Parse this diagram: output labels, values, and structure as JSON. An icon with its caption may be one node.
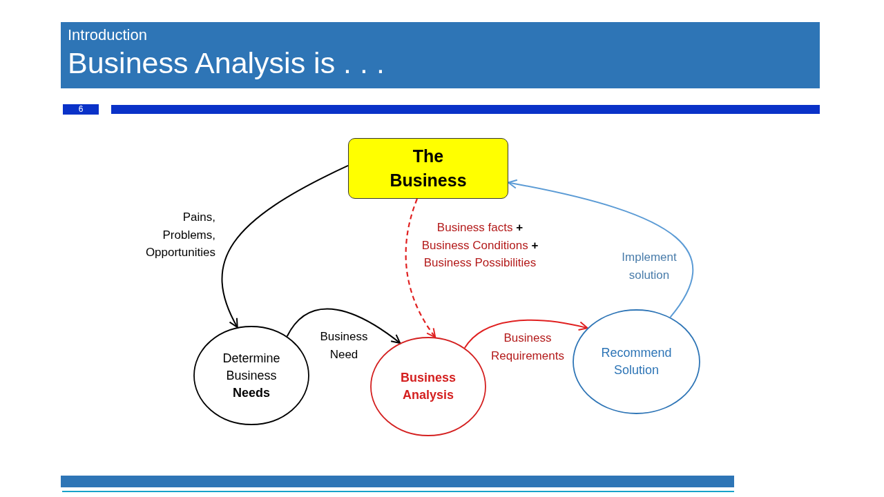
{
  "diagram": {
    "title": "Business Analysis is . . .",
    "nodes": [
      {
        "text": [
          "The Business"
        ]
      },
      {
        "text": [
          "Determine Business **Needs**"
        ]
      },
      {
        "text": [
          "Business Analysis"
        ]
      },
      {
        "text": [
          "Recommend Solution"
        ]
      }
    ],
    "edges": [
      {
        "from": 0,
        "to": 1,
        "arrow": "to",
        "label": "Pains, Problems, Opportunities"
      },
      {
        "from": 1,
        "to": 2,
        "arrow": "to",
        "label": "Business Need"
      },
      {
        "from": 0,
        "to": 2,
        "arrow": "to",
        "label": "Business facts **+** Business Conditions **+** Business Possibilities",
        "style": "dashed",
        "color": "#e02020"
      },
      {
        "from": 2,
        "to": 3,
        "arrow": "to",
        "label": "Business Requirements",
        "color": "#e02020"
      },
      {
        "from": 3,
        "to": 0,
        "arrow": "to",
        "label": "Implement solution",
        "color": "#5b9bd5"
      }
    ],
    "labels": [
      "Introduction",
      "6"
    ]
  }
}
